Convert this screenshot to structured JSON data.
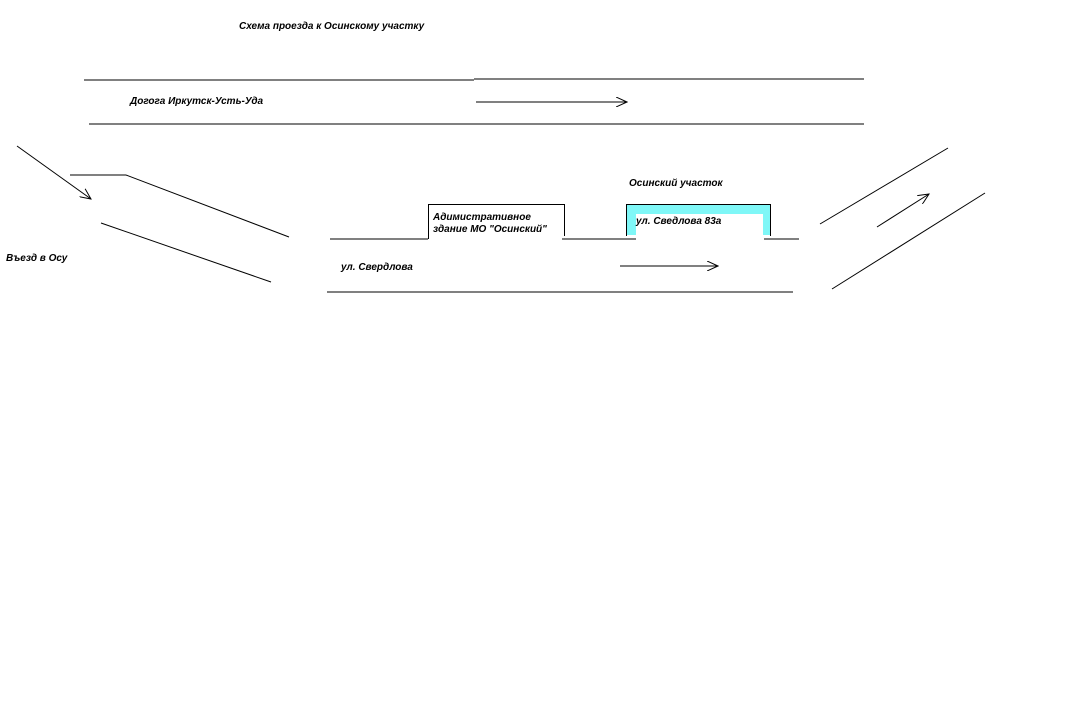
{
  "title": "Схема проезда к Осинскому участку",
  "road_main": "Догога Иркутск-Усть-Уда",
  "entry": "Въезд в Осу",
  "street": "ул. Свердлова",
  "admin_building": "Адимистративное здание МО \"Осинский\"",
  "site_name": "Осинский участок",
  "site_address": "ул. Сведлова 83а",
  "colors": {
    "site_fill": "#7ff7f7",
    "line": "#000000"
  }
}
